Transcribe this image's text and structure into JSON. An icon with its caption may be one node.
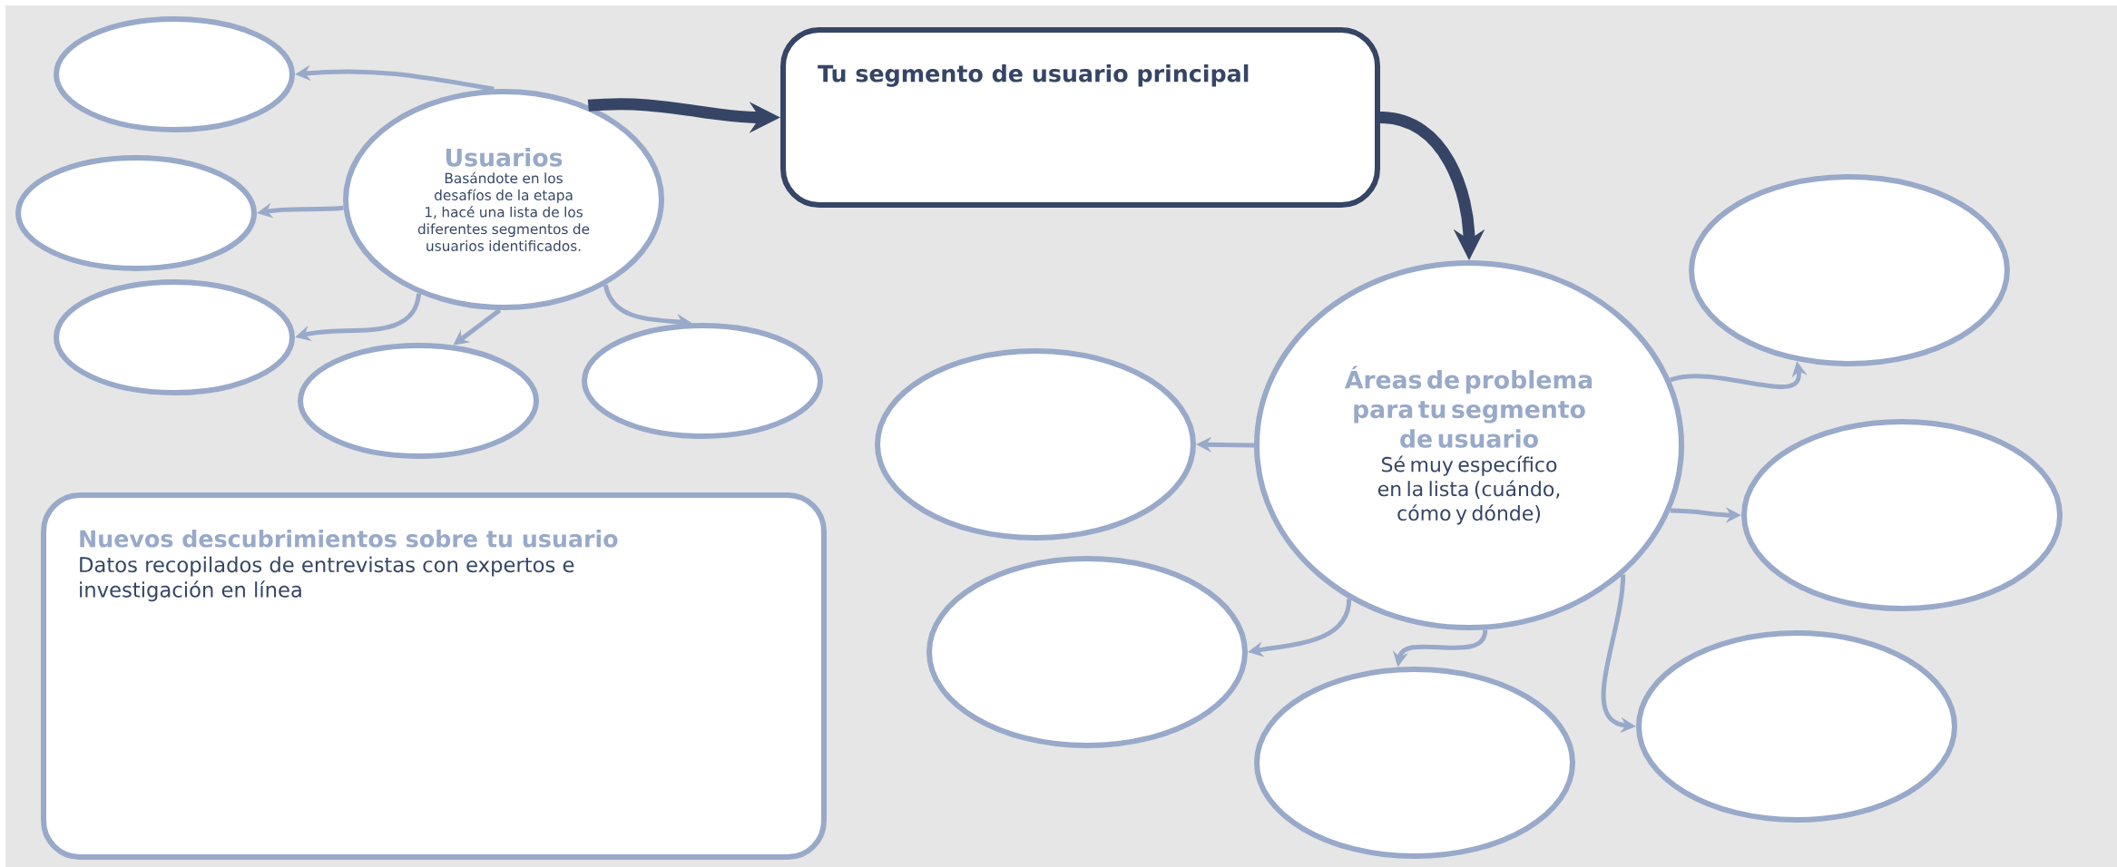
{
  "diagram": {
    "nodes": [
      {
        "text": [
          "Usuarios",
          "Basándote en los desafíos de la etapa 1, hacé una lista de los diferentes segmentos de usuarios identificados."
        ]
      },
      {
        "text": [
          "Tu segmento de usuario principal"
        ]
      },
      {
        "text": [
          "Áreas de problema para tu segmento de usuario",
          "Sé muy específico en la lista (cuándo, cómo y dónde)"
        ]
      },
      {
        "text": [
          "Nuevos descubrimientos sobre tu usuario",
          "Datos recopilados de entrevistas con expertos e investigación en línea"
        ]
      },
      {
        "text": [],
        "shape": "ellipse"
      },
      {
        "text": [],
        "shape": "ellipse"
      },
      {
        "text": [],
        "shape": "ellipse"
      },
      {
        "text": [],
        "shape": "ellipse"
      },
      {
        "text": [],
        "shape": "ellipse"
      },
      {
        "text": [],
        "shape": "ellipse"
      },
      {
        "text": [],
        "shape": "ellipse"
      },
      {
        "text": [],
        "shape": "ellipse"
      },
      {
        "text": [],
        "shape": "ellipse"
      },
      {
        "text": [],
        "shape": "ellipse"
      },
      {
        "text": [],
        "shape": "ellipse"
      }
    ],
    "edges": [
      {
        "from": 0,
        "to": 4,
        "arrow": "to"
      },
      {
        "from": 0,
        "to": 5,
        "arrow": "to"
      },
      {
        "from": 0,
        "to": 6,
        "arrow": "to"
      },
      {
        "from": 0,
        "to": 7,
        "arrow": "to"
      },
      {
        "from": 0,
        "to": 8,
        "arrow": "to"
      },
      {
        "from": 0,
        "to": 1,
        "arrow": "to",
        "style": "thick",
        "color": "#364565"
      },
      {
        "from": 1,
        "to": 2,
        "arrow": "to",
        "style": "thick",
        "color": "#364565"
      },
      {
        "from": 2,
        "to": 9,
        "arrow": "to"
      },
      {
        "from": 2,
        "to": 10,
        "arrow": "to"
      },
      {
        "from": 2,
        "to": 11,
        "arrow": "to"
      },
      {
        "from": 2,
        "to": 12,
        "arrow": "to"
      },
      {
        "from": 2,
        "to": 13,
        "arrow": "to"
      },
      {
        "from": 2,
        "to": 14,
        "arrow": "to"
      }
    ]
  }
}
